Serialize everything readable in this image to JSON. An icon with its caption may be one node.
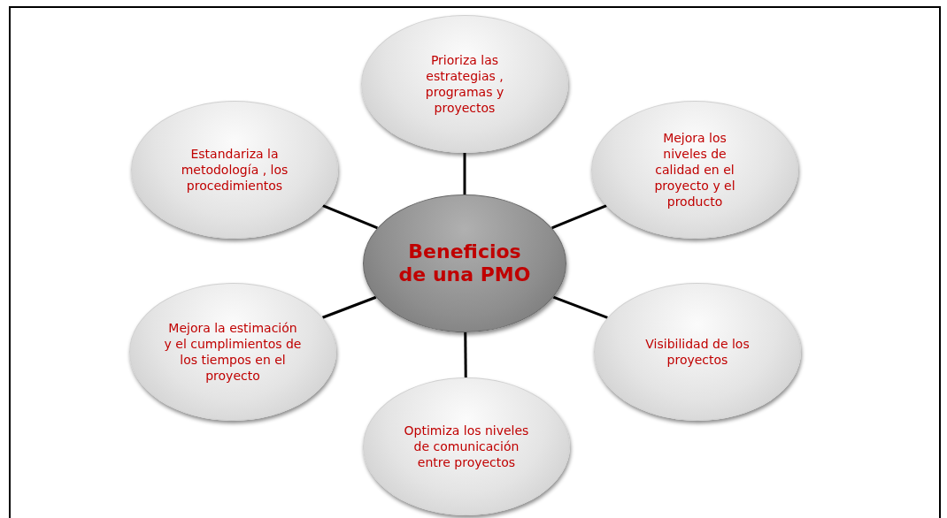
{
  "diagram": {
    "nodes": [
      {
        "text": [
          "Beneficios de una PMO"
        ]
      },
      {
        "text": [
          "Prioriza las estrategias , programas y proyectos"
        ]
      },
      {
        "text": [
          "Estandariza la metodología , los procedimientos"
        ]
      },
      {
        "text": [
          "Mejora los niveles de calidad en el proyecto y el producto"
        ]
      },
      {
        "text": [
          "Mejora la estimación y el cumplimientos de los tiempos en el proyecto"
        ]
      },
      {
        "text": [
          "Visibilidad de los proyectos"
        ]
      },
      {
        "text": [
          "Optimiza los niveles de comunicación entre proyectos"
        ]
      }
    ],
    "edges": [
      {
        "from": 0,
        "to": 1,
        "arrow": "none"
      },
      {
        "from": 0,
        "to": 2,
        "arrow": "none"
      },
      {
        "from": 0,
        "to": 3,
        "arrow": "none"
      },
      {
        "from": 0,
        "to": 4,
        "arrow": "none"
      },
      {
        "from": 0,
        "to": 5,
        "arrow": "none"
      },
      {
        "from": 0,
        "to": 6,
        "arrow": "none"
      }
    ]
  }
}
